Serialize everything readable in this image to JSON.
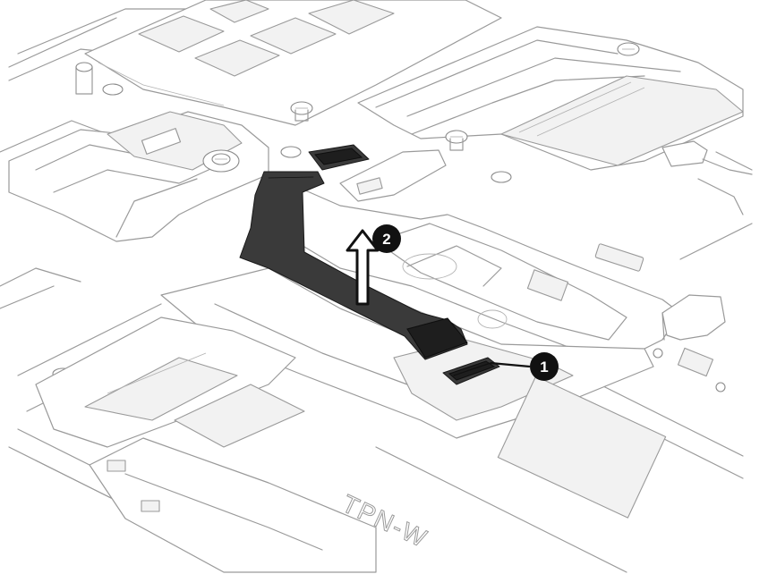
{
  "diagram": {
    "callouts": [
      {
        "number": "1",
        "target": "touchpad-connector"
      },
      {
        "number": "2",
        "target": "touchpad-cable"
      }
    ],
    "chassis_marking": "TPN-W"
  }
}
